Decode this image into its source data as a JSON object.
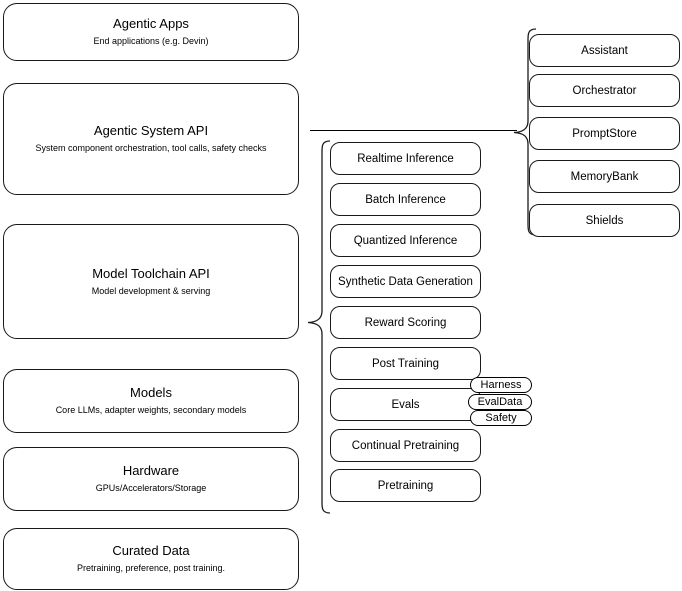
{
  "diagram": {
    "title": "Agentic AI stack architecture",
    "stroke_color": "#1a1a1a",
    "background_color": "#ffffff"
  },
  "layers": [
    {
      "name": "agentic-apps",
      "title": "Agentic Apps",
      "subtitle": "End applications (e.g. Devin)"
    },
    {
      "name": "agentic-system-api",
      "title": "Agentic System API",
      "subtitle": "System component orchestration, tool calls, safety checks"
    },
    {
      "name": "model-toolchain-api",
      "title": "Model Toolchain API",
      "subtitle": "Model development & serving"
    },
    {
      "name": "models",
      "title": "Models",
      "subtitle": "Core LLMs, adapter weights, secondary models"
    },
    {
      "name": "hardware",
      "title": "Hardware",
      "subtitle": "GPUs/Accelerators/Storage"
    },
    {
      "name": "curated-data",
      "title": "Curated Data",
      "subtitle": "Pretraining, preference, post training."
    }
  ],
  "toolchain_capabilities": [
    {
      "name": "realtime-inference",
      "label": "Realtime Inference"
    },
    {
      "name": "batch-inference",
      "label": "Batch Inference"
    },
    {
      "name": "quantized-inference",
      "label": "Quantized Inference"
    },
    {
      "name": "synthetic-data-generation",
      "label": "Synthetic Data Generation"
    },
    {
      "name": "reward-scoring",
      "label": "Reward Scoring"
    },
    {
      "name": "post-training",
      "label": "Post Training"
    },
    {
      "name": "evals",
      "label": "Evals"
    },
    {
      "name": "continual-pretraining",
      "label": "Continual Pretraining"
    },
    {
      "name": "pretraining",
      "label": "Pretraining"
    }
  ],
  "evals_subcomponents": [
    {
      "name": "harness",
      "label": "Harness"
    },
    {
      "name": "evaldata",
      "label": "EvalData"
    },
    {
      "name": "safety",
      "label": "Safety"
    }
  ],
  "system_components": [
    {
      "name": "assistant",
      "label": "Assistant"
    },
    {
      "name": "orchestrator",
      "label": "Orchestrator"
    },
    {
      "name": "promptstore",
      "label": "PromptStore"
    },
    {
      "name": "memorybank",
      "label": "MemoryBank"
    },
    {
      "name": "shields",
      "label": "Shields"
    }
  ]
}
